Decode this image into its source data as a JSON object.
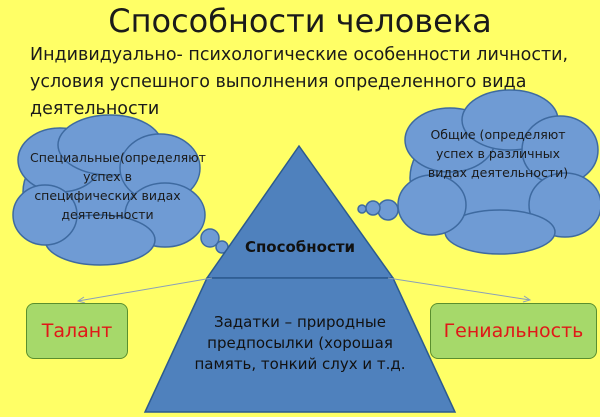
{
  "title": "Способности человека",
  "subtitle": "Индивидуально- психологические особенности личности, условия успешного выполнения определенного вида деятельности",
  "cloud_left": "Специальные(определяют успех в специфических видах деятельности",
  "cloud_right": "Общие (определяют успех в различных видах деятельности)",
  "pyramid_top": "Способности",
  "pyramid_bottom": "Задатки – природные предпосылки (хорошая память, тонкий слух и т.д.",
  "box_left": "Талант",
  "box_right": "Гениальность",
  "colors": {
    "background": "#ffff66",
    "cloud": "#6f9bd4",
    "pyramid": "#4f81bd",
    "box": "#a6d96a",
    "box_text": "#e01818"
  }
}
